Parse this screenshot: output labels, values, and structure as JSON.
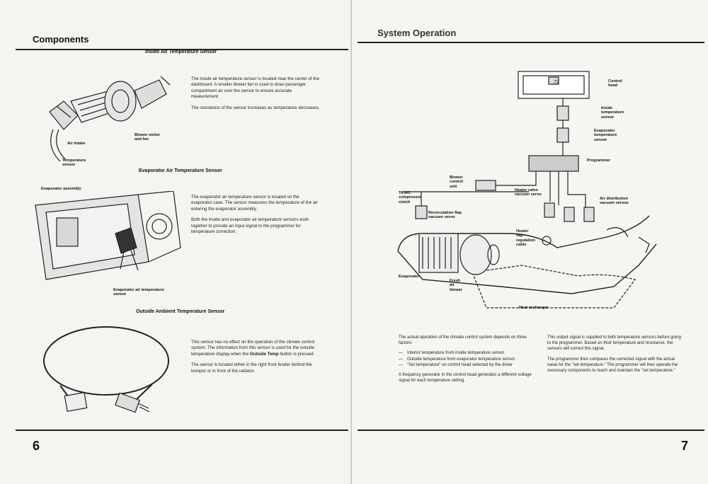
{
  "left_page": {
    "header": "Components",
    "page_number": "6",
    "sections": {
      "inside": {
        "title": "Inside Air Temperature Sensor",
        "paragraphs": [
          "The inside air temperature sensor is located near the center of the dashboard. A smaller blower fan is used to draw passenger compartment air over the sensor to ensure accurate measurement.",
          "The resistance of the sensor increases as temperature decreases."
        ],
        "labels": {
          "air_intake": "Air intake",
          "blower": "Blower motor\nand fan",
          "temp_sensor": "Temperature\nsensor"
        }
      },
      "evaporator": {
        "title": "Evaporator Air Temperature Sensor",
        "paragraphs": [
          "The evaporator air temperature sensor is located on the evaporator case. The sensor measures the temperature of the air entering the evaporator assembly.",
          "Both the inside and evaporator air temperature sensors work together to provide an input signal to the programmer for temperature correction."
        ],
        "labels": {
          "assembly": "Evaporator assembly",
          "sensor": "Evaporator air temperature\nsensor"
        }
      },
      "outside": {
        "title": "Outside Ambient Temperature Sensor",
        "p1_pre": "This sensor has no effect on the operation of the climate control system. The information from this sensor is used for the outside temperature display when the ",
        "p1_bold": "Outside Temp",
        "p1_post": " button is pressed.",
        "p2": "The sensor is located either in the right front fender behind the bumper or in front of the radiator."
      }
    }
  },
  "right_page": {
    "header": "System Operation",
    "page_number": "7",
    "diagram": {
      "display_value": "72",
      "labels": {
        "control_head": "Control\nhead",
        "inside_sensor": "Inside\ntemperature\nsensor",
        "evap_sensor": "Evaporator\ntemperature\nsensor",
        "programmer": "Programmer",
        "blower_control": "Blower\ncontrol\nunit",
        "ac_clutch": "To A/C\ncompressor\nclutch",
        "heater_valve": "Heater valve\nvacuum servo",
        "air_dist": "Air distribution\nvacuum servos",
        "recirc": "Recirculation flap\nvacuum servo",
        "heater_flap": "Heater\nflap\nregulation\ncable",
        "evaporator": "Evaporator",
        "fresh_air": "Fresh\nair\nblower",
        "heat_exchanger": "Heat exchanger"
      }
    },
    "col1": {
      "intro": "The actual operation of the climate control system depends on three factors:",
      "bullets": [
        "Interior temperature from inside temperature sensor",
        "Outside temperature from evaporator temperature sensor",
        "\"Set temperature\" on control head selected by the driver"
      ],
      "p2": "A frequency generator in the control head generates a different voltage signal for each temperature setting."
    },
    "col2": {
      "p1": "This output signal is supplied to both temperature sensors before going to the programmer. Based on their temperature and resistance, the sensors will correct this signal.",
      "p2": "The programmer then compares the corrected signal with the actual value for the \"set temperature.\" The programmer will then operate the necessary components to reach and maintain the \"set temperature.\""
    }
  }
}
